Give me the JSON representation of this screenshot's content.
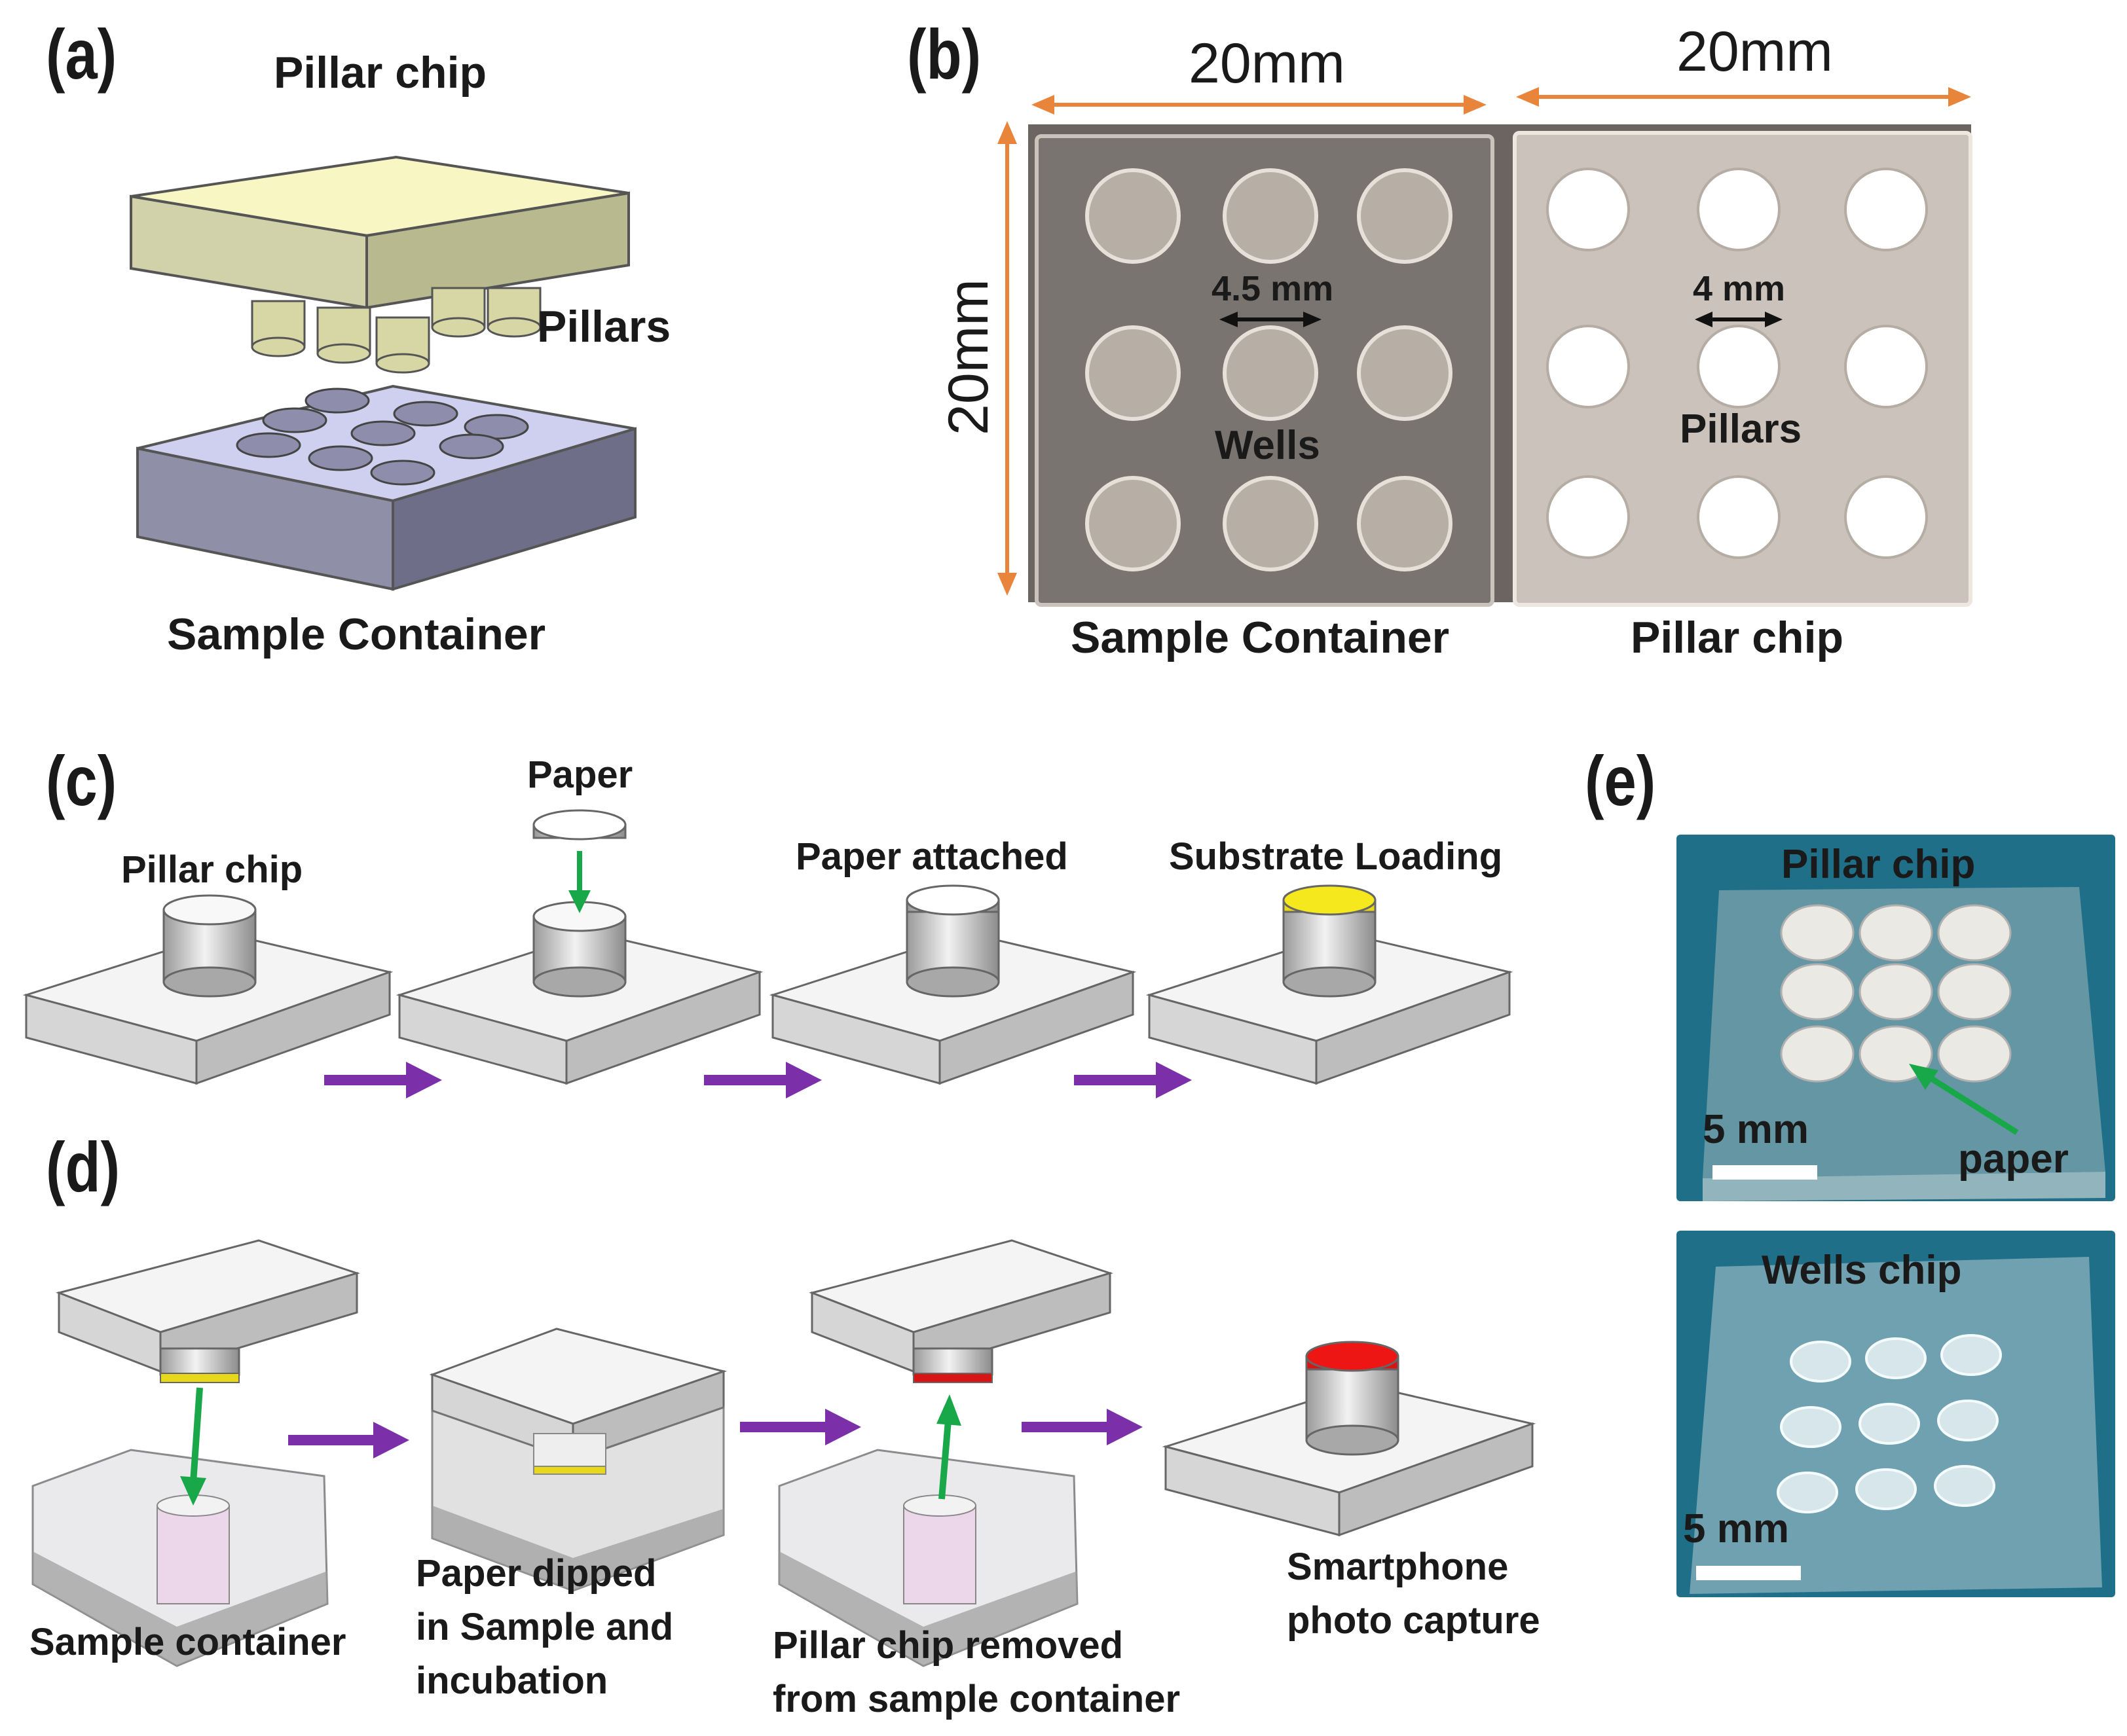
{
  "panels": {
    "a": {
      "letter": "(a)",
      "pillar_chip": "Pillar chip",
      "pillars": "Pillars",
      "sample_container": "Sample Container"
    },
    "b": {
      "letter": "(b)",
      "width_left": "20mm",
      "width_right": "20mm",
      "height": "20mm",
      "well_diameter": "4.5 mm",
      "pillar_diameter": "4 mm",
      "wells": "Wells",
      "pillars": "Pillars",
      "caption_left": "Sample Container",
      "caption_right": "Pillar chip"
    },
    "c": {
      "letter": "(c)",
      "steps": [
        "Pillar chip",
        "Paper",
        "Paper attached",
        "Substrate Loading"
      ]
    },
    "d": {
      "letter": "(d)",
      "step1": "Sample container",
      "step2_l1": "Paper dipped",
      "step2_l2": "in Sample and",
      "step2_l3": "incubation",
      "step3_l1": "Pillar chip removed",
      "step3_l2": "from sample container",
      "step4_l1": "Smartphone",
      "step4_l2": "photo capture"
    },
    "e": {
      "letter": "(e)",
      "top_title": "Pillar chip",
      "top_scale": "5 mm",
      "top_pointer": "paper",
      "bottom_title": "Wells chip",
      "bottom_scale": "5 mm"
    }
  },
  "colors": {
    "arrow_orange": "#e8853a",
    "arrow_purple": "#7b2fa8",
    "arrow_green": "#18a84a",
    "substrate_yellow": "#f2e41a",
    "sample_red": "#e21313",
    "photo_blue": "#1d6e86"
  }
}
